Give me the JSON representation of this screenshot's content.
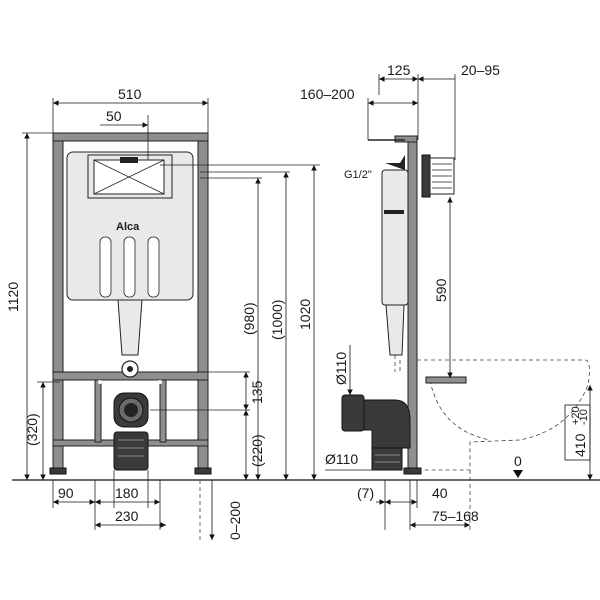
{
  "front_view": {
    "width_total": "510",
    "offset_top": "50",
    "height_total": "1120",
    "height_320": "(320)",
    "height_980": "(980)",
    "height_1000": "(1000)",
    "height_1020": "1020",
    "height_135": "135",
    "height_220": "(220)",
    "adjust_0_200": "0–200",
    "bottom_90": "90",
    "bottom_180": "180",
    "bottom_230": "230",
    "logo": "Alca"
  },
  "side_view": {
    "depth_125": "125",
    "depth_20_95": "20–95",
    "depth_160_200": "160–200",
    "thread_g12": "G1/2\"",
    "height_590": "590",
    "pipe_dia_top": "Ø110",
    "pipe_dia_bottom": "Ø110",
    "bottom_7": "(7)",
    "bottom_40": "40",
    "bottom_75_168": "75–168",
    "height_410": "410",
    "tol_plus": "+20",
    "tol_minus": "-10",
    "floor_zero": "0"
  }
}
